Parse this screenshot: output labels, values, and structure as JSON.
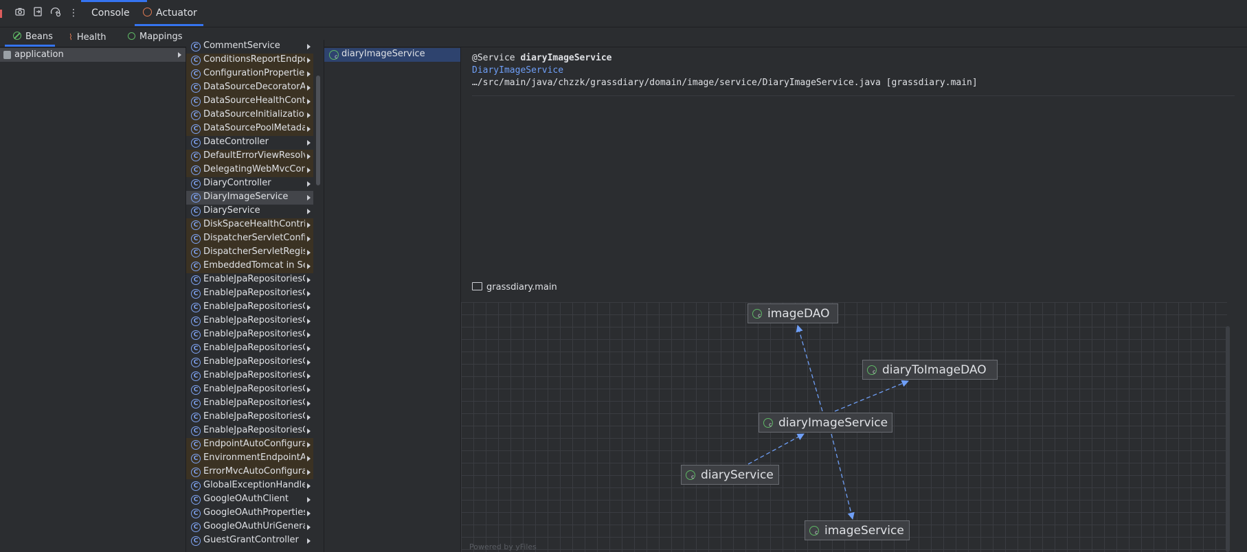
{
  "toolbar": {
    "icons": [
      "camera-icon",
      "export-icon",
      "refresh-gauge-icon",
      "more-icon"
    ],
    "tabs": [
      {
        "label": "Console",
        "active": false
      },
      {
        "label": "Actuator",
        "active": true
      }
    ]
  },
  "subtabs": [
    {
      "label": "Beans",
      "icon": "beans-icon",
      "active": true
    },
    {
      "label": "Health",
      "icon": "health-icon",
      "active": false
    },
    {
      "label": "Mappings",
      "icon": "mappings-icon",
      "active": false
    }
  ],
  "contexts": [
    {
      "label": "application",
      "selected": true
    }
  ],
  "beans": [
    {
      "label": "CommentService",
      "highlight": "none"
    },
    {
      "label": "ConditionsReportEndpoint",
      "highlight": "orange"
    },
    {
      "label": "ConfigurationProperties",
      "highlight": "orange"
    },
    {
      "label": "DataSourceDecoratorAutoConfiguration",
      "highlight": "orange"
    },
    {
      "label": "DataSourceHealthContributor",
      "highlight": "orange"
    },
    {
      "label": "DataSourceInitialization",
      "highlight": "orange"
    },
    {
      "label": "DataSourcePoolMetadata",
      "highlight": "orange"
    },
    {
      "label": "DateController",
      "highlight": "none"
    },
    {
      "label": "DefaultErrorViewResolver",
      "highlight": "orange"
    },
    {
      "label": "DelegatingWebMvcConfiguration",
      "highlight": "orange"
    },
    {
      "label": "DiaryController",
      "highlight": "none"
    },
    {
      "label": "DiaryImageService",
      "highlight": "selected"
    },
    {
      "label": "DiaryService",
      "highlight": "none"
    },
    {
      "label": "DiskSpaceHealthContributor",
      "highlight": "orange"
    },
    {
      "label": "DispatcherServletConfiguration",
      "highlight": "orange"
    },
    {
      "label": "DispatcherServletRegistration",
      "highlight": "orange"
    },
    {
      "label": "EmbeddedTomcat in Servlet",
      "highlight": "orange"
    },
    {
      "label": "EnableJpaRepositoriesConfiguration",
      "highlight": "none"
    },
    {
      "label": "EnableJpaRepositoriesConfiguration",
      "highlight": "none"
    },
    {
      "label": "EnableJpaRepositoriesConfiguration",
      "highlight": "none"
    },
    {
      "label": "EnableJpaRepositoriesConfiguration",
      "highlight": "none"
    },
    {
      "label": "EnableJpaRepositoriesConfiguration",
      "highlight": "none"
    },
    {
      "label": "EnableJpaRepositoriesConfiguration",
      "highlight": "none"
    },
    {
      "label": "EnableJpaRepositoriesConfiguration",
      "highlight": "none"
    },
    {
      "label": "EnableJpaRepositoriesConfiguration",
      "highlight": "none"
    },
    {
      "label": "EnableJpaRepositoriesConfiguration",
      "highlight": "none"
    },
    {
      "label": "EnableJpaRepositoriesConfiguration",
      "highlight": "none"
    },
    {
      "label": "EnableJpaRepositoriesConfiguration",
      "highlight": "none"
    },
    {
      "label": "EnableJpaRepositoriesConfiguration",
      "highlight": "none"
    },
    {
      "label": "EndpointAutoConfiguration",
      "highlight": "orange"
    },
    {
      "label": "EnvironmentEndpointAutoConfiguration",
      "highlight": "orange"
    },
    {
      "label": "ErrorMvcAutoConfiguration",
      "highlight": "orange"
    },
    {
      "label": "GlobalExceptionHandler",
      "highlight": "none"
    },
    {
      "label": "GoogleOAuthClient",
      "highlight": "none"
    },
    {
      "label": "GoogleOAuthProperties",
      "highlight": "none"
    },
    {
      "label": "GoogleOAuthUriGenerator",
      "highlight": "none"
    },
    {
      "label": "GuestGrantController",
      "highlight": "none"
    }
  ],
  "selected_bean": {
    "label": "diaryImageService"
  },
  "details": {
    "annotation": "@Service",
    "bean_name": "diaryImageService",
    "class_name": "DiaryImageService",
    "path": "…/src/main/java/chzzk/grassdiary/domain/image/service/DiaryImageService.java [grassdiary.main]"
  },
  "module": {
    "label": "grassdiary.main"
  },
  "graph": {
    "nodes": [
      {
        "id": "imageDAO",
        "label": "imageDAO"
      },
      {
        "id": "diaryToImageDAO",
        "label": "diaryToImageDAO"
      },
      {
        "id": "diaryImageService",
        "label": "diaryImageService"
      },
      {
        "id": "diaryService",
        "label": "diaryService"
      },
      {
        "id": "imageService",
        "label": "imageService"
      }
    ],
    "edges": [
      {
        "from": "diaryImageService",
        "to": "imageDAO"
      },
      {
        "from": "diaryImageService",
        "to": "diaryToImageDAO"
      },
      {
        "from": "diaryService",
        "to": "diaryImageService"
      },
      {
        "from": "imageDAO",
        "to": "imageService"
      }
    ],
    "edge_color": "#6f9ff7",
    "watermark": "Powered by yFiles"
  }
}
